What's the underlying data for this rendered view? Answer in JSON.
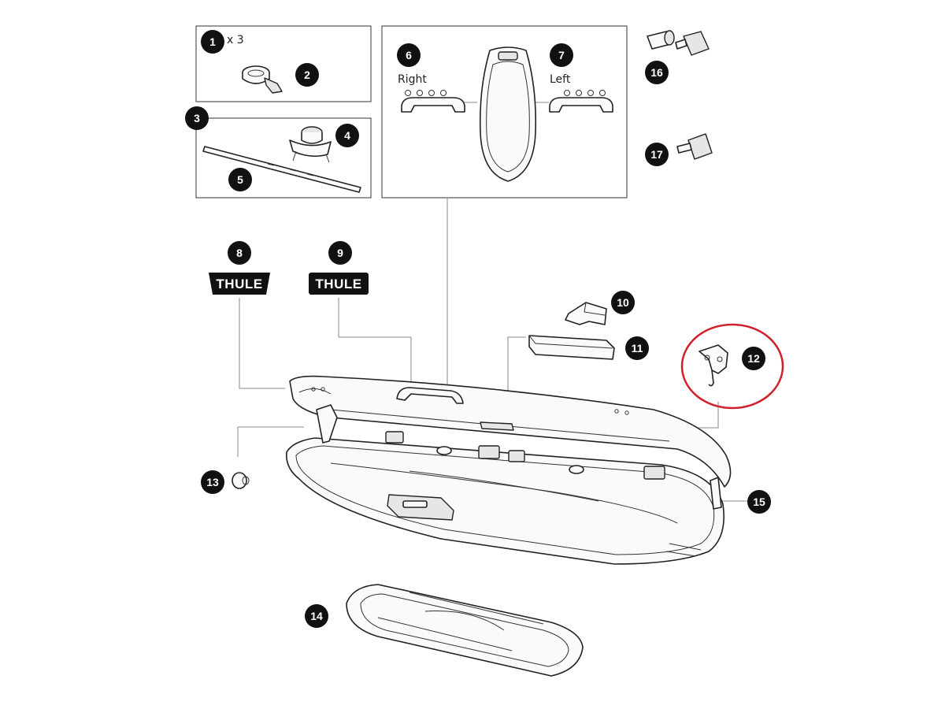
{
  "callouts": {
    "c1": "1",
    "c2": "2",
    "c3": "3",
    "c4": "4",
    "c5": "5",
    "c6": "6",
    "c7": "7",
    "c8": "8",
    "c9": "9",
    "c10": "10",
    "c11": "11",
    "c12": "12",
    "c13": "13",
    "c14": "14",
    "c15": "15",
    "c16": "16",
    "c17": "17"
  },
  "labels": {
    "quantity": "x 3",
    "right": "Right",
    "left": "Left"
  },
  "logos": {
    "logo8": "THULE",
    "logo9": "THULE"
  },
  "colors": {
    "badge": "#111111",
    "highlight": "#d0202a",
    "stroke": "#222222",
    "leader": "#8a8a8a"
  }
}
